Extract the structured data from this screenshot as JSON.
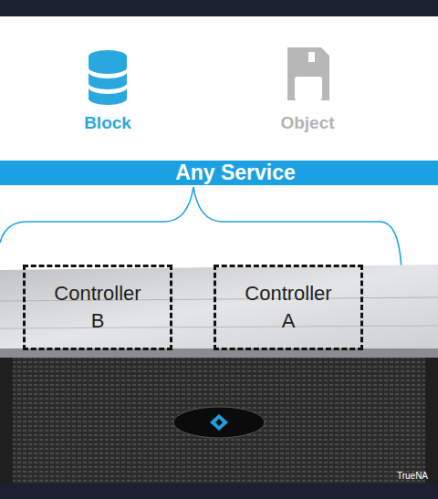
{
  "diagram": {
    "nodes": [
      {
        "text": [
          "Any Service"
        ]
      },
      {
        "text": [
          "Controller B"
        ]
      },
      {
        "text": [
          "Controller A"
        ]
      }
    ],
    "labels": [
      "Block",
      "Object",
      "TrueNA"
    ]
  }
}
